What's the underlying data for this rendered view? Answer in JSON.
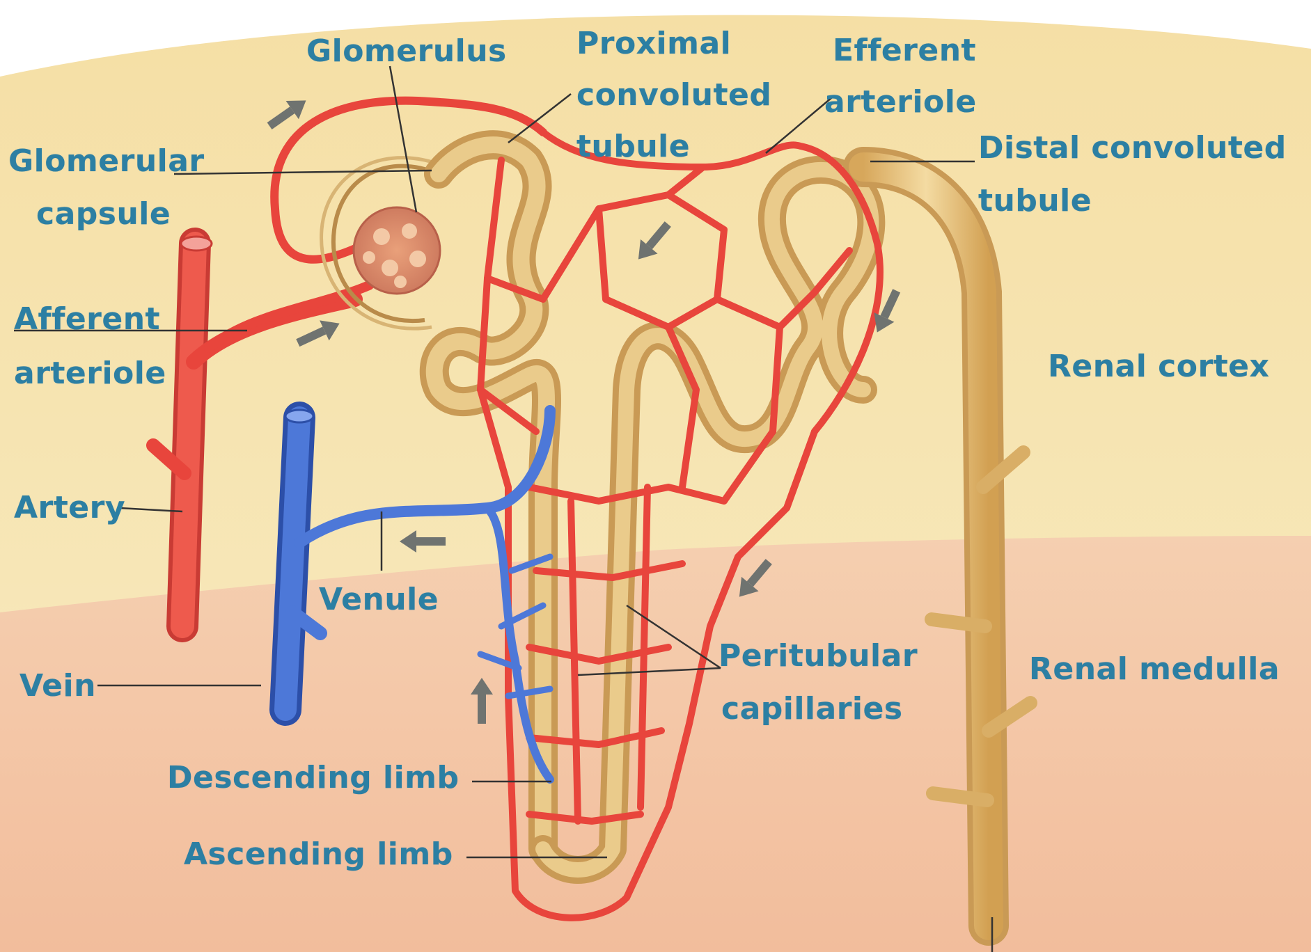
{
  "labels": {
    "glomerulus": "Glomerulus",
    "proximal_convoluted_tubule": [
      "Proximal",
      "convoluted",
      "tubule"
    ],
    "efferent_arteriole": [
      "Efferent",
      "arteriole"
    ],
    "glomerular_capsule": [
      "Glomerular",
      "capsule"
    ],
    "distal_convoluted_tubule": [
      "Distal convoluted",
      "tubule"
    ],
    "afferent_arteriole": [
      "Afferent",
      "arteriole"
    ],
    "renal_cortex": "Renal cortex",
    "artery": "Artery",
    "venule": "Venule",
    "peritubular_capillaries": [
      "Peritubular",
      "capillaries"
    ],
    "vein": "Vein",
    "renal_medulla": "Renal medulla",
    "descending_limb": "Descending limb",
    "ascending_limb": "Ascending limb"
  },
  "colors": {
    "cortex": "#f7e6b0",
    "medulla": "#f4c5a5",
    "artery": "#e8453c",
    "vein": "#3b66c8",
    "tubule": "#d9ae66",
    "label": "#2c7fa3",
    "flow_arrow": "#6f7370"
  }
}
